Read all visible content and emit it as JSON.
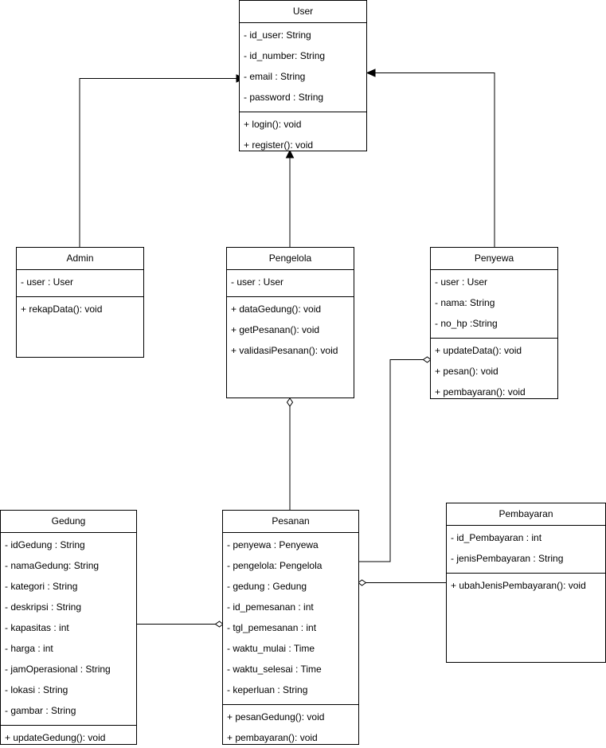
{
  "classes": {
    "user": {
      "name": "User",
      "attributes": [
        "- id_user: String",
        "- id_number: String",
        "- email : String",
        "- password : String"
      ],
      "methods": [
        "+ login(): void",
        "+ register(): void"
      ]
    },
    "admin": {
      "name": "Admin",
      "attributes": [
        "- user : User"
      ],
      "methods": [
        "+ rekapData(): void"
      ]
    },
    "pengelola": {
      "name": "Pengelola",
      "attributes": [
        "- user : User"
      ],
      "methods": [
        "+ dataGedung(): void",
        "+ getPesanan(): void",
        "+ validasiPesanan(): void"
      ]
    },
    "penyewa": {
      "name": "Penyewa",
      "attributes": [
        "- user : User",
        "- nama: String",
        "- no_hp :String"
      ],
      "methods": [
        "+ updateData(): void",
        "+ pesan(): void",
        "+ pembayaran(): void"
      ]
    },
    "gedung": {
      "name": "Gedung",
      "attributes": [
        "- idGedung : String",
        "- namaGedung: String",
        "- kategori : String",
        "- deskripsi : String",
        "- kapasitas : int",
        "- harga : int",
        "- jamOperasional : String",
        "- lokasi : String",
        "- gambar : String"
      ],
      "methods": [
        "+ updateGedung(): void"
      ]
    },
    "pesanan": {
      "name": "Pesanan",
      "attributes": [
        "- penyewa : Penyewa",
        "- pengelola: Pengelola",
        "- gedung : Gedung",
        "- id_pemesanan : int",
        "- tgl_pemesanan : int",
        "- waktu_mulai : Time",
        "- waktu_selesai : Time",
        "- keperluan : String"
      ],
      "methods": [
        "+ pesanGedung(): void",
        "+ pembayaran(): void"
      ]
    },
    "pembayaran": {
      "name": "Pembayaran",
      "attributes": [
        "- id_Pembayaran : int",
        "- jenisPembayaran : String"
      ],
      "methods": [
        "+ ubahJenisPembayaran(): void"
      ]
    }
  }
}
